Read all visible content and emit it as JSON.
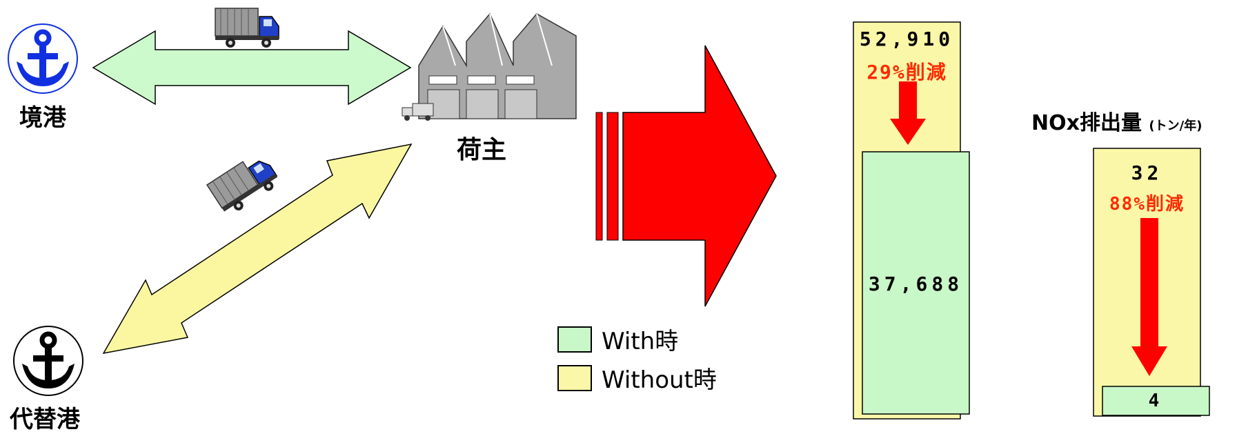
{
  "ports": {
    "sakai_port": "境港",
    "alternative_port": "代替港",
    "shipper": "荷主"
  },
  "legend": {
    "with_label": "With時",
    "without_label": "Without時",
    "with_color": "#c8f7c8",
    "without_color": "#fbf7a8"
  },
  "co2_panel": {
    "without_value": "52,910",
    "reduction_label": "29%削減",
    "with_value": "37,688"
  },
  "nox_panel": {
    "title_main": "NOx排出量",
    "title_unit": "(トン/年)",
    "without_value": "32",
    "reduction_label": "88%削減",
    "with_value": "4"
  },
  "colors": {
    "arrow_green": "#ccfacc",
    "arrow_yellow": "#faf7a0",
    "big_arrow_red": "#ff0000",
    "anchor_blue": "#1030e0",
    "anchor_black": "#000000",
    "factory_gray": "#a9a9a9"
  },
  "icons": [
    "anchor-icon",
    "truck-icon",
    "factory-icon",
    "down-arrow-icon",
    "big-right-arrow-icon"
  ]
}
